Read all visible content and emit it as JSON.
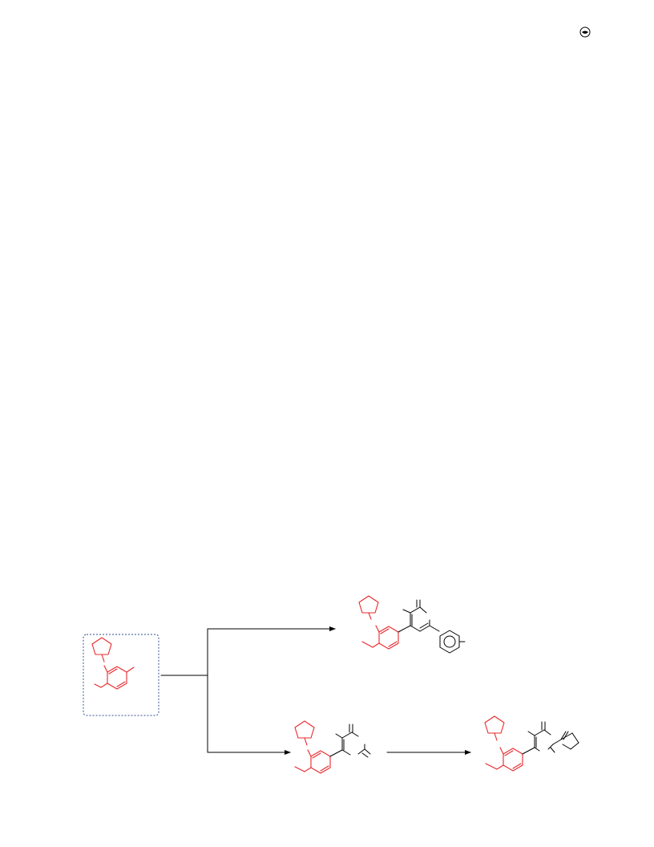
{
  "colors": {
    "highlight": "#e8282b",
    "bond": "#000000",
    "frame": "#2f4f8f",
    "background": "#ffffff"
  },
  "icons": {
    "page_corner": "copyright-logo-icon"
  },
  "scheme": {
    "starting_material": "boxed-aryl-scaffold",
    "products": [
      "chalcone-analog",
      "enamine-intermediate",
      "fused-heterocycle-product"
    ]
  }
}
